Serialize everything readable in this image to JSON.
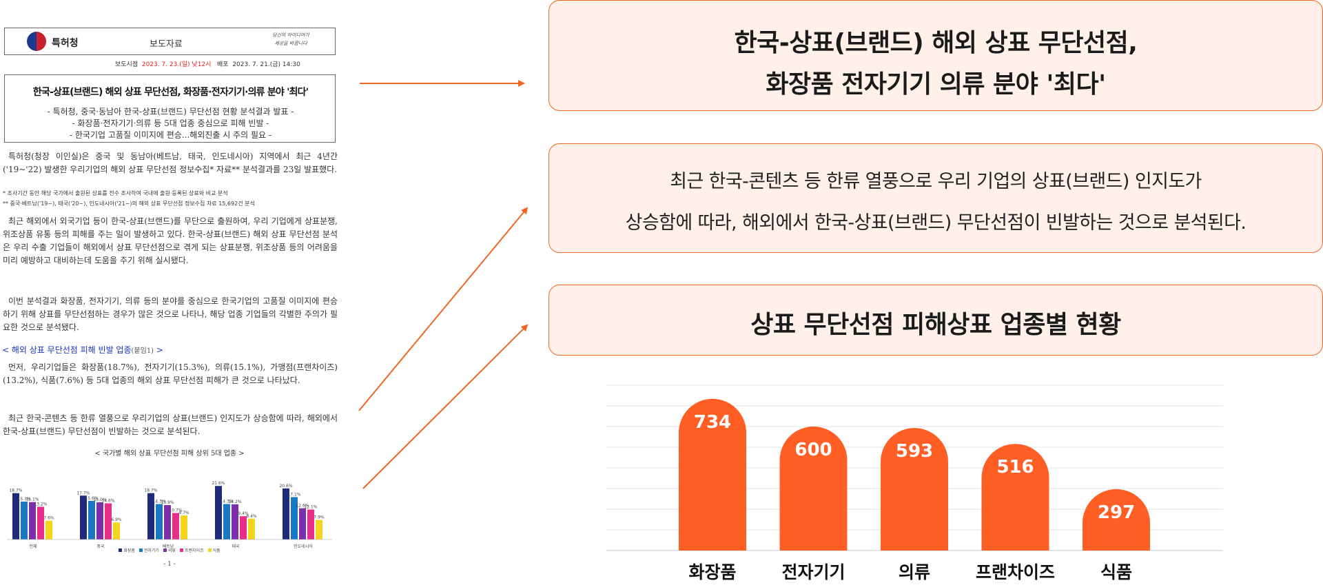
{
  "document": {
    "logo_text": "특허청",
    "header_title": "보도자료",
    "slogan_lines": [
      "당신의 아이디어가",
      "세상을 바꿉니다"
    ],
    "release_label": "보도시점",
    "release_date": "2023. 7. 23.(일) 낮12시",
    "distribution_label": "배포",
    "distribution_date": "2023. 7. 21.(금) 14:30",
    "title": "한국-상표(브랜드) 해외 상표 무단선점, 화장품·전자기기·의류 분야 '최다'",
    "subtitles": [
      "- 특허청, 중국·동남아 한국-상표(브랜드) 무단선점 현황 분석결과 발표 -",
      "- 화장품·전자기기·의류 등 5대 업종 중심으로 피해 빈발 -",
      "- 한국기업 고품질 이미지에 편승...해외진출 시 주의 필요 -"
    ],
    "para1": "특허청(청장 이인실)은 중국 및 동남아(베트남, 태국, 인도네시아) 지역에서 최근 4년간('19~'22) 발생한 우리기업의 해외 상표 무단선점 정보수집* 자료** 분석결과를 23일 발표했다.",
    "note1": "* 조사기간 동안 해당 국가에서 출원된 상표를 전수 조사하여 국내에 출원·등록된 상표와 비교 분석",
    "note2": "** 중국·베트남('19~), 태국('20~), 인도네시아('21~)의 해외 상표 무단선점 정보수집 자료 15,692건 분석",
    "para2": "최근 해외에서 외국기업 등이 한국-상표(브랜드)를 무단으로 출원하여, 우리 기업에게 상표분쟁, 위조상품 유통 등의 피해를 주는 일이 발생하고 있다. 한국-상표(브랜드) 해외 상표 무단선점 분석은 우리 수출 기업들이 해외에서 상표 무단선점으로 겪게 되는 상표분쟁, 위조상품 등의 어려움을 미리 예방하고 대비하는데 도움을 주기 위해 실시됐다.",
    "para3": "이번 분석결과 화장품, 전자기기, 의류 등의 분야를 중심으로 한국기업의 고품질 이미지에 편승하기 위해 상표를 무단선점하는 경우가 많은 것으로 나타나, 해당 업종 기업들의 각별한 주의가 필요한 것으로 분석됐다.",
    "section_heading": "< 해외 상표 무단선점 피해 빈발 업종",
    "section_suffix": "(붙임1)",
    "section_close": " >",
    "para4": "먼저, 우리기업들은 화장품(18.7%), 전자기기(15.3%), 의류(15.1%), 가맹점(프랜차이즈)(13.2%), 식품(7.6%) 등 5대 업종의 해외 상표 무단선점 피해가 큰 것으로 나타났다.",
    "para5": "최근 한국-콘텐츠 등 한류 열풍으로 우리기업의 상표(브랜드) 인지도가 상승함에 따라, 해외에서 한국-상표(브랜드) 무단선점이 빈발하는 것으로 분석된다.",
    "chart_caption": "< 국가별 해외 상표 무단선점 피해 상위 5대 업종 >",
    "page_number": "- 1 -"
  },
  "cards": {
    "headline_line1": "한국-상표(브랜드) 해외 상표 무단선점,",
    "headline_line2": "화장품 전자기기 의류 분야 '최다'",
    "summary_line1": "최근 한국-콘텐츠 등 한류 열풍으로 우리 기업의 상표(브랜드) 인지도가",
    "summary_line2": "상승함에 따라, 해외에서 한국-상표(브랜드) 무단선점이 빈발하는 것으로 분석된다.",
    "chart_heading": "상표 무단선점 피해상표 업종별 현황"
  },
  "colors": {
    "accent": "#f26522",
    "card_bg": "#fff1ea",
    "bar": "#ff5f24"
  },
  "chart_data": [
    {
      "type": "bar",
      "title": "< 국가별 해외 상표 무단선점 피해 상위 5대 업종 >",
      "categories": [
        "전체",
        "중국",
        "베트남",
        "태국",
        "인도네시아"
      ],
      "series": [
        {
          "name": "화장품",
          "color": "#1f2a7a",
          "values": [
            18.7,
            17.7,
            18.7,
            21.6,
            20.6
          ]
        },
        {
          "name": "전자기기",
          "color": "#1a78c2",
          "values": [
            15.3,
            15.6,
            14.3,
            14.3,
            17.1
          ]
        },
        {
          "name": "의류",
          "color": "#7b2fa8",
          "values": [
            15.1,
            15.0,
            13.9,
            14.2,
            12.6
          ]
        },
        {
          "name": "프랜차이즈",
          "color": "#e62e8a",
          "values": [
            13.2,
            14.6,
            10.7,
            9.4,
            12.1
          ]
        },
        {
          "name": "식품",
          "color": "#f5d61e",
          "values": [
            7.6,
            6.9,
            9.7,
            8.4,
            7.9
          ]
        }
      ],
      "ylim": [
        0,
        25
      ]
    },
    {
      "type": "bar",
      "title": "상표 무단선점 피해상표 업종별 현황",
      "categories": [
        "화장품",
        "전자기기",
        "의류",
        "프랜차이즈",
        "식품"
      ],
      "values": [
        734,
        600,
        593,
        516,
        297
      ],
      "ylim": [
        0,
        800
      ],
      "grid": true
    }
  ]
}
